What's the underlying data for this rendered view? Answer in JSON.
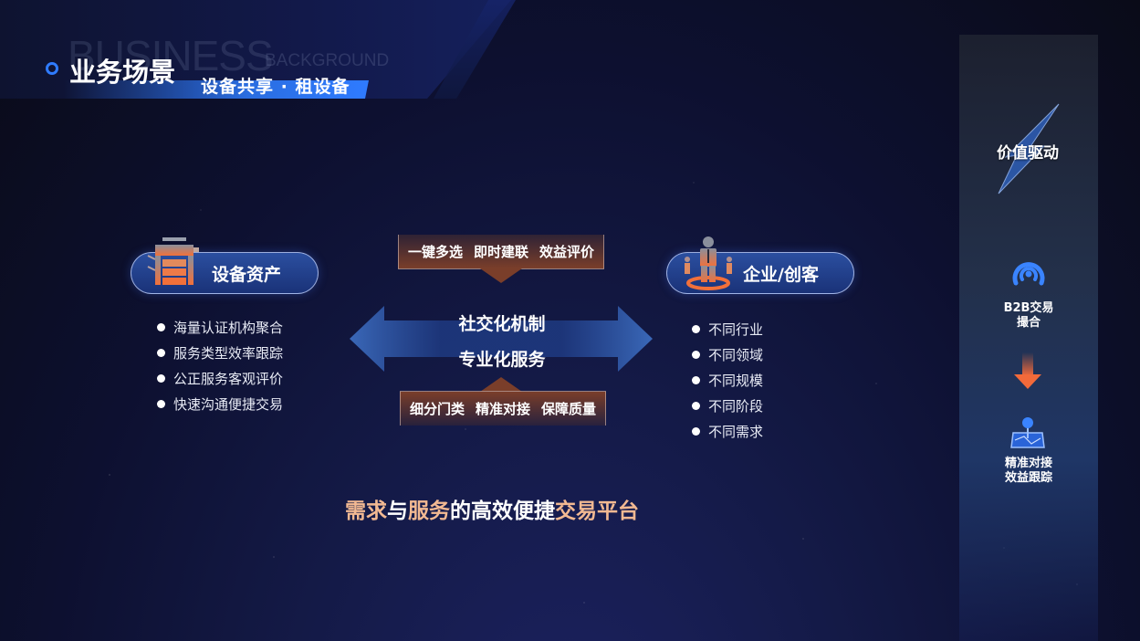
{
  "header": {
    "background_word": "BUSINESS",
    "background_word_small": "BACKGROUND",
    "title": "业务场景",
    "subtitle": "设备共享 · 租设备",
    "accent_color": "#2f7bff"
  },
  "left": {
    "pill_label": "设备资产",
    "icon": "copier-machine-icon",
    "items": [
      "海量认证机构聚合",
      "服务类型效率跟踪",
      "公正服务客观评价",
      "快速沟通便捷交易"
    ]
  },
  "right": {
    "pill_label": "企业/创客",
    "icon": "people-group-icon",
    "items": [
      "不同行业",
      "不同领域",
      "不同规模",
      "不同阶段",
      "不同需求"
    ]
  },
  "center": {
    "top_tags": [
      "一键多选",
      "即时建联",
      "效益评价"
    ],
    "lines": [
      "社交化机制",
      "专业化服务"
    ],
    "bottom_tags": [
      "细分门类",
      "精准对接",
      "保障质量"
    ],
    "arrow_icon": "double-arrow-icon"
  },
  "tagline": {
    "parts": [
      {
        "text": "需求",
        "highlight": true
      },
      {
        "text": "与",
        "highlight": false
      },
      {
        "text": "服务",
        "highlight": true
      },
      {
        "text": "的高效便捷",
        "highlight": false
      },
      {
        "text": "交易平台",
        "highlight": true
      }
    ],
    "highlight_color": "#f2b992"
  },
  "side_panel": {
    "title": "价值驱动",
    "steps": [
      {
        "icon": "broadcast-signal-icon",
        "line1": "B2B交易",
        "line2": "撮合"
      },
      {
        "icon": "map-pin-icon",
        "line1": "精准对接",
        "line2": "效益跟踪"
      }
    ],
    "arrow_color": "#f26a3a"
  }
}
